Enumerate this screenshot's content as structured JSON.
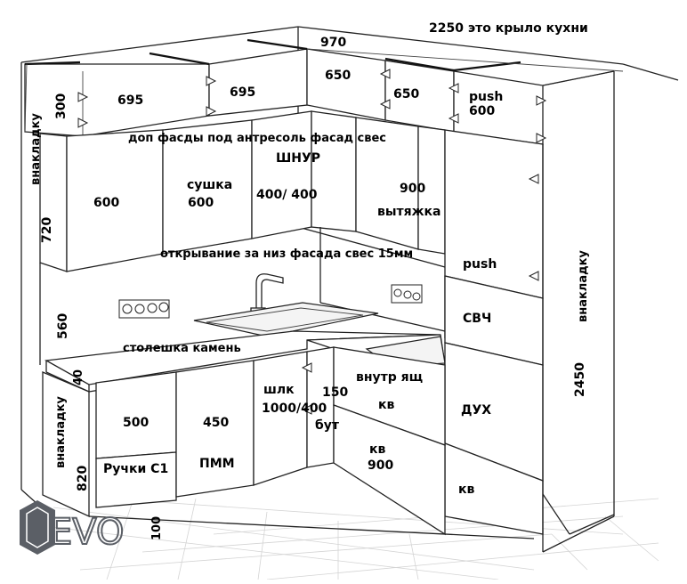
{
  "colors": {
    "line": "#222222",
    "text": "#000000",
    "logo": "#5b5f66",
    "floor_grid": "#d4d4d4"
  },
  "dimensions": {
    "wing_note": "2250 это крыло кухни",
    "top_width": "970",
    "mezz_height": "300",
    "upper_height": "720",
    "backsplash_height": "560",
    "counter_thickness": "40",
    "base_height": "820",
    "plinth_height": "100",
    "tall_height": "2450"
  },
  "mezzanine": {
    "m1": "695",
    "m2": "695",
    "m3": "650",
    "m4": "650",
    "m5_width": "600",
    "m5_open": "push"
  },
  "notes": {
    "mezz_overlay": "доп фасды под антресоль фасад свес",
    "cord": "ШНУР",
    "open_bottom": "открывание за низ фасада свес 15мм",
    "countertop": "столешка камень",
    "overlay_left": "внакладку",
    "overlay_base": "внакладку",
    "overlay_right": "внакладку"
  },
  "upper": {
    "u1": "600",
    "u2_label": "сушка",
    "u2_width": "600",
    "u3": "400/ 400",
    "u4_width": "900",
    "u4_label": "вытяжка"
  },
  "tall": {
    "push": "push",
    "microwave": "СВЧ",
    "oven": "ДУХ",
    "bottom": "кв"
  },
  "base": {
    "drawer_500": "500",
    "handles": "Ручки С1",
    "dishwasher_width": "450",
    "dishwasher": "ПММ",
    "cabinet_label": "шлк",
    "cabinet_size": "1000/400",
    "corner_width": "150",
    "corner_label": "бут",
    "inner_drawer": "внутр ящ",
    "kv_upper": "кв",
    "kv_lower": "кв",
    "kv_width": "900"
  },
  "logo": "EVO"
}
